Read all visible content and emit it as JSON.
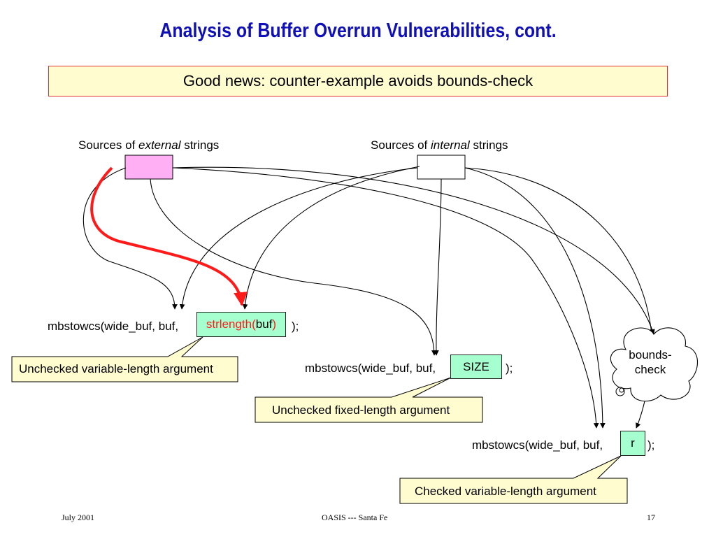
{
  "slide": {
    "title": "Analysis of Buffer Overrun Vulnerabilities, cont.",
    "subtitle": "Good news: counter-example avoids bounds-check"
  },
  "sources": {
    "external": {
      "prefix": "Sources of ",
      "emph": "external",
      "suffix": " strings",
      "color": "#ffb0f5"
    },
    "internal": {
      "prefix": "Sources of ",
      "emph": "internal",
      "suffix": " strings",
      "color": "#ffffff"
    }
  },
  "calls": {
    "call1": {
      "code": "mbstowcs(wide_buf, buf,",
      "arg_red": "strlength(",
      "arg_black": "buf",
      "arg_red_close": ")",
      "close": ");"
    },
    "call2": {
      "code": "mbstowcs(wide_buf, buf,",
      "arg": "SIZE",
      "close": ");"
    },
    "call3": {
      "code": "mbstowcs(wide_buf, buf,",
      "arg": "r",
      "close": ");"
    }
  },
  "cloud": {
    "line1": "bounds-",
    "line2": "check"
  },
  "callouts": {
    "c1": "Unchecked variable-length argument",
    "c2": "Unchecked fixed-length argument",
    "c3": "Checked variable-length argument"
  },
  "footer": {
    "left": "July 2001",
    "center": "OASIS --- Santa Fe",
    "right": "17"
  },
  "colors": {
    "title": "#1010b8",
    "highlight_path": "#ff1a1a",
    "arg_box": "#a6ffcf",
    "callout": "#fffcd0"
  }
}
